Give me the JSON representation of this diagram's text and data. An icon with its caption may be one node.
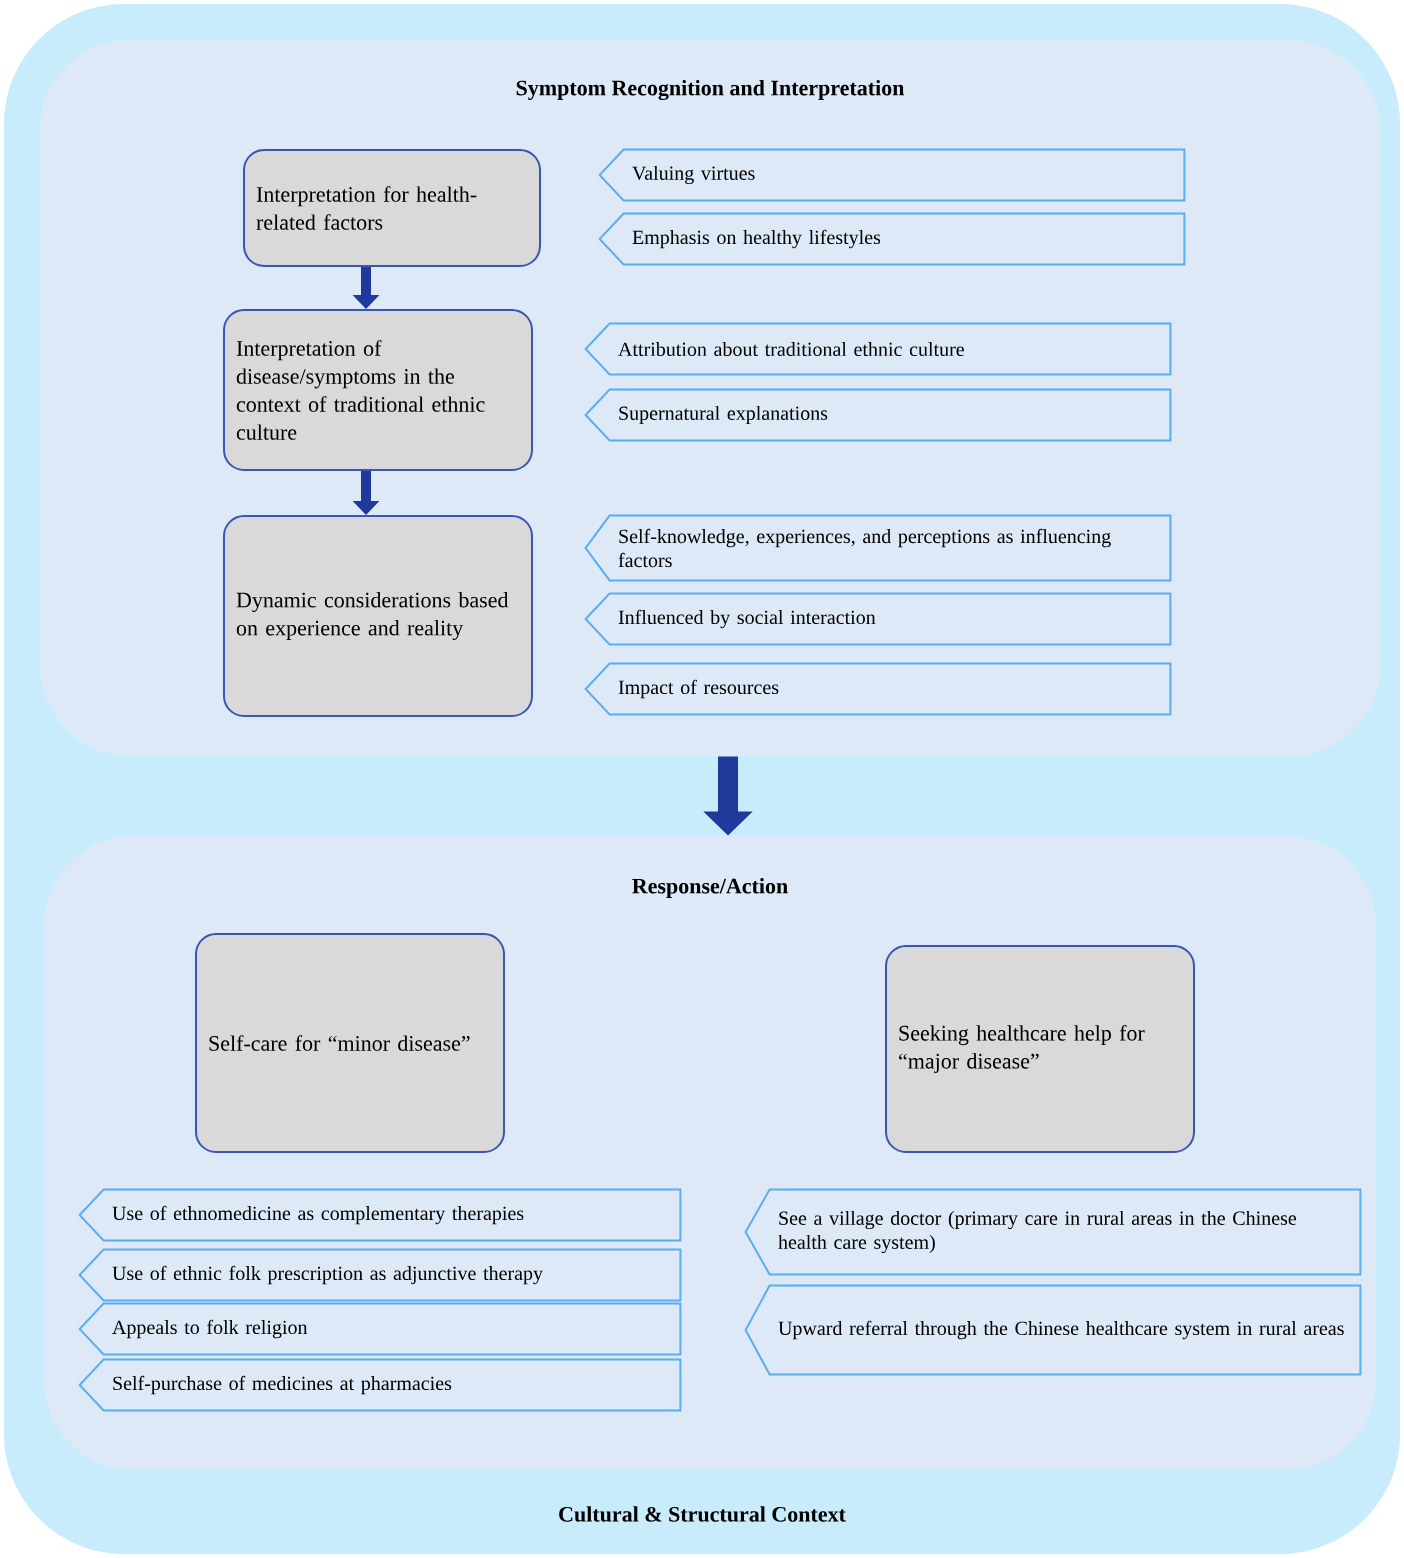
{
  "diagram": {
    "nodes": [
      {
        "text": [
          "Cultural & Structural Context"
        ]
      },
      {
        "text": [
          "Symptom Recognition and Interpretation"
        ],
        "in": 0
      },
      {
        "text": [
          "Interpretation for health-related factors"
        ],
        "in": 1
      },
      {
        "text": [
          "Valuing virtues"
        ],
        "in": 1
      },
      {
        "text": [
          "Emphasis on healthy lifestyles"
        ],
        "in": 1
      },
      {
        "text": [
          "Interpretation of disease/symptoms in the context of traditional ethnic culture"
        ],
        "in": 1
      },
      {
        "text": [
          "Attribution about traditional ethnic culture"
        ],
        "in": 1
      },
      {
        "text": [
          "Supernatural explanations"
        ],
        "in": 1
      },
      {
        "text": [
          "Dynamic considerations based on experience and reality"
        ],
        "in": 1
      },
      {
        "text": [
          "Self-knowledge, experiences, and perceptions as influencing factors"
        ],
        "in": 1
      },
      {
        "text": [
          "Influenced by social interaction"
        ],
        "in": 1
      },
      {
        "text": [
          "Impact of resources"
        ],
        "in": 1
      },
      {
        "text": [
          "Response/Action"
        ],
        "in": 0
      },
      {
        "text": [
          "Self-care for “minor disease”"
        ],
        "in": 12
      },
      {
        "text": [
          "Seeking healthcare help for “major disease”"
        ],
        "in": 12
      },
      {
        "text": [
          "Use of ethnomedicine as complementary therapies"
        ],
        "in": 12
      },
      {
        "text": [
          "Use of ethnic folk prescription as adjunctive therapy"
        ],
        "in": 12
      },
      {
        "text": [
          "Appeals to folk religion"
        ],
        "in": 12
      },
      {
        "text": [
          "Self-purchase of medicines at pharmacies"
        ],
        "in": 12
      },
      {
        "text": [
          "See a village doctor (primary care in rural areas in the Chinese health care system)"
        ],
        "in": 12
      },
      {
        "text": [
          "Upward referral through the Chinese healthcare system in rural areas"
        ],
        "in": 12
      }
    ],
    "edges": [
      {
        "from": 2,
        "to": 5,
        "arrow": "to"
      },
      {
        "from": 5,
        "to": 8,
        "arrow": "to"
      },
      {
        "from": 1,
        "to": 12,
        "arrow": "to",
        "style": "thick"
      }
    ]
  }
}
